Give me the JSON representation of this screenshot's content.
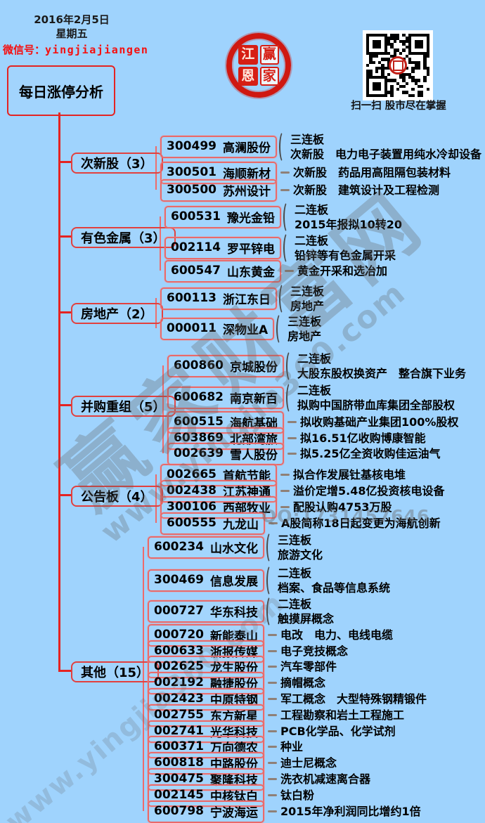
{
  "header": {
    "date_line1": "2016年2月5日",
    "date_line2": "星期五",
    "wechat_label": "微信号：",
    "wechat_id": "yingjiajiangen",
    "logo_chars": [
      "江",
      "赢",
      "恩",
      "家"
    ],
    "qr_caption": "扫一扫 股市尽在掌握"
  },
  "root": {
    "title": "每日涨停分析"
  },
  "watermark": {
    "site_name": "赢家财富网",
    "url": "www.yingjia360.com",
    "qq": "QQ:1731457646"
  },
  "colors": {
    "background": "#9fd3fd",
    "trunk_red": "#e42321",
    "branch_pink": "#ee6a6a",
    "category_border": "#e2403e",
    "stock_border": "#e96a6a",
    "wechat_red": "#f50f0f",
    "text": "#000000",
    "watermark_gray": "#6e6e6e"
  },
  "sections": [
    {
      "label": "次新股（3）",
      "stocks": [
        {
          "code": "300499",
          "name": "高澜股份",
          "desc": [
            "三连板",
            "次新股　电力电子装置用纯水冷却设备"
          ]
        },
        {
          "code": "300501",
          "name": "海顺新材",
          "desc": [
            "次新股　药品用高阻隔包装材料"
          ]
        },
        {
          "code": "300500",
          "name": "苏州设计",
          "desc": [
            "次新股　建筑设计及工程检测"
          ]
        }
      ]
    },
    {
      "label": "有色金属（3）",
      "stocks": [
        {
          "code": "600531",
          "name": "豫光金铅",
          "desc": [
            "二连板",
            "2015年报拟10转20"
          ]
        },
        {
          "code": "002114",
          "name": "罗平锌电",
          "desc": [
            "二连板",
            "铅锌等有色金属开采"
          ]
        },
        {
          "code": "600547",
          "name": "山东黄金",
          "desc": [
            "黄金开采和选冶加"
          ]
        }
      ]
    },
    {
      "label": "房地产（2）",
      "stocks": [
        {
          "code": "600113",
          "name": "浙江东日",
          "desc": [
            "三连板",
            "房地产"
          ]
        },
        {
          "code": "000011",
          "name": "深物业A",
          "desc": [
            "三连板",
            "房地产"
          ]
        }
      ]
    },
    {
      "label": "并购重组（5）",
      "stocks": [
        {
          "code": "600860",
          "name": "京城股份",
          "desc": [
            "二连板",
            "大股东股权换资产　整合旗下业务"
          ]
        },
        {
          "code": "600682",
          "name": "南京新百",
          "desc": [
            "二连板",
            "拟购中国脐带血库集团全部股权"
          ]
        },
        {
          "code": "600515",
          "name": "海航基础",
          "desc": [
            "拟收购基础产业集团100%股权"
          ]
        },
        {
          "code": "603869",
          "name": "北部湾旅",
          "desc": [
            "拟16.51亿收购博康智能"
          ]
        },
        {
          "code": "002639",
          "name": "雪人股份",
          "desc": [
            "拟5.25亿全资收购佳运油气"
          ]
        }
      ]
    },
    {
      "label": "公告板（4）",
      "stocks": [
        {
          "code": "002665",
          "name": "首航节能",
          "desc": [
            "拟合作发展钍基核电堆"
          ]
        },
        {
          "code": "002438",
          "name": "江苏神通",
          "desc": [
            "溢价定增5.48亿投资核电设备"
          ]
        },
        {
          "code": "300106",
          "name": "西部牧业",
          "desc": [
            "配股认购4753万股"
          ]
        },
        {
          "code": "600555",
          "name": "九龙山",
          "desc": [
            "A股简称18日起变更为海航创新"
          ]
        }
      ]
    },
    {
      "label": "其他（15）",
      "stocks": [
        {
          "code": "600234",
          "name": "山水文化",
          "desc": [
            "三连板",
            "旅游文化"
          ]
        },
        {
          "code": "300469",
          "name": "信息发展",
          "desc": [
            "二连板",
            "档案、食品等信息系统"
          ]
        },
        {
          "code": "000727",
          "name": "华东科技",
          "desc": [
            "二连板",
            "触摸屏概念"
          ]
        },
        {
          "code": "000720",
          "name": "新能泰山",
          "desc": [
            "电改　电力、电线电缆"
          ]
        },
        {
          "code": "600633",
          "name": "浙报传媒",
          "desc": [
            "电子竞技概念"
          ]
        },
        {
          "code": "002625",
          "name": "龙生股份",
          "desc": [
            "汽车零部件"
          ]
        },
        {
          "code": "002192",
          "name": "融捷股份",
          "desc": [
            "摘帽概念"
          ]
        },
        {
          "code": "002423",
          "name": "中原特钢",
          "desc": [
            "军工概念　大型特殊钢精锻件"
          ]
        },
        {
          "code": "002755",
          "name": "东方新星",
          "desc": [
            "工程勘察和岩土工程施工"
          ]
        },
        {
          "code": "002741",
          "name": "光华科技",
          "desc": [
            "PCB化学品、化学试剂"
          ]
        },
        {
          "code": "600371",
          "name": "万向德农",
          "desc": [
            "种业"
          ]
        },
        {
          "code": "600818",
          "name": "中路股份",
          "desc": [
            "迪士尼概念"
          ]
        },
        {
          "code": "300475",
          "name": "聚隆科技",
          "desc": [
            "洗衣机减速离合器"
          ]
        },
        {
          "code": "002145",
          "name": "中核钛白",
          "desc": [
            "钛白粉"
          ]
        },
        {
          "code": "600798",
          "name": "宁波海运",
          "desc": [
            "2015年净利润同比增约1倍"
          ]
        }
      ]
    }
  ]
}
